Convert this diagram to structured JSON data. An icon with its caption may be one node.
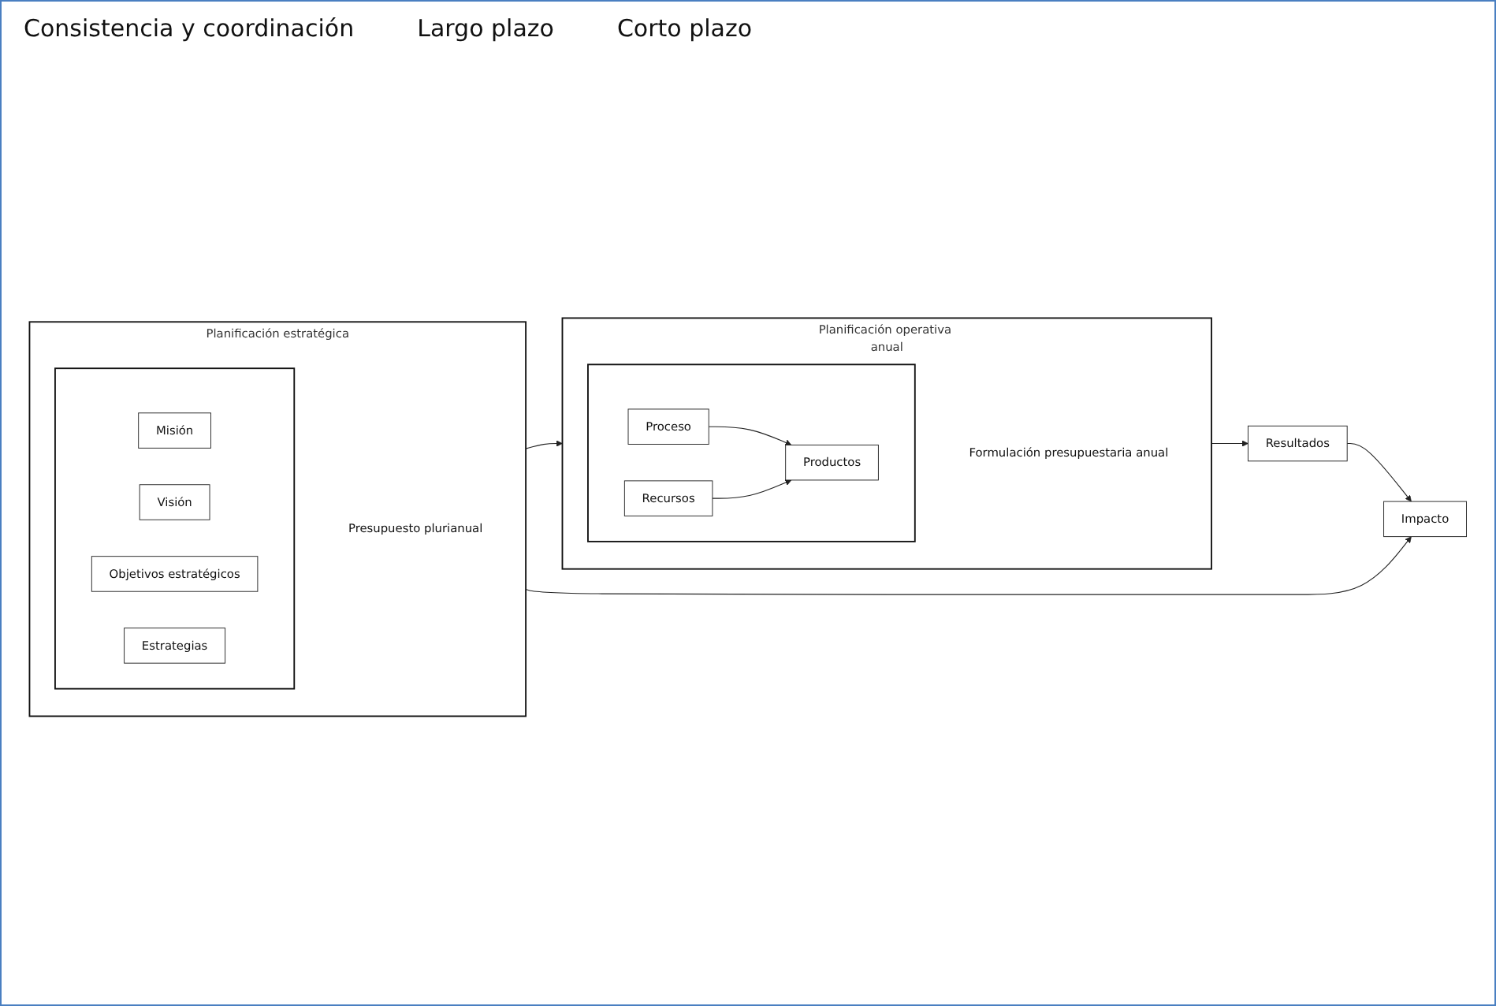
{
  "diagram": {
    "nodes": [
      {
        "text": [
          "Planificación estratégica",
          "Presupuesto plurianual"
        ]
      },
      {
        "text": [],
        "shape": "box",
        "in": 0
      },
      {
        "text": [
          "Misión"
        ],
        "in": 1
      },
      {
        "text": [
          "Visión"
        ],
        "in": 1
      },
      {
        "text": [
          "Objetivos estratégicos"
        ],
        "in": 1
      },
      {
        "text": [
          "Estrategias"
        ],
        "in": 1
      },
      {
        "text": [
          "Planificación operativa anual",
          "Formulación presupuestaria anual"
        ]
      },
      {
        "text": [],
        "shape": "box",
        "in": 6
      },
      {
        "text": [
          "Proceso"
        ],
        "in": 7
      },
      {
        "text": [
          "Recursos"
        ],
        "in": 7
      },
      {
        "text": [
          "Productos"
        ],
        "in": 7
      },
      {
        "text": [
          "Resultados"
        ]
      },
      {
        "text": [
          "Impacto"
        ]
      }
    ],
    "edges": [
      {
        "from": 0,
        "to": 6,
        "arrow": "to"
      },
      {
        "from": 8,
        "to": 10,
        "arrow": "to"
      },
      {
        "from": 9,
        "to": 10,
        "arrow": "to"
      },
      {
        "from": 6,
        "to": 11,
        "arrow": "to"
      },
      {
        "from": 11,
        "to": 12,
        "arrow": "to"
      },
      {
        "from": 0,
        "to": 12,
        "arrow": "to"
      }
    ],
    "labels": [
      "Consistencia y coordinación",
      "Largo plazo",
      "Corto plazo"
    ]
  }
}
